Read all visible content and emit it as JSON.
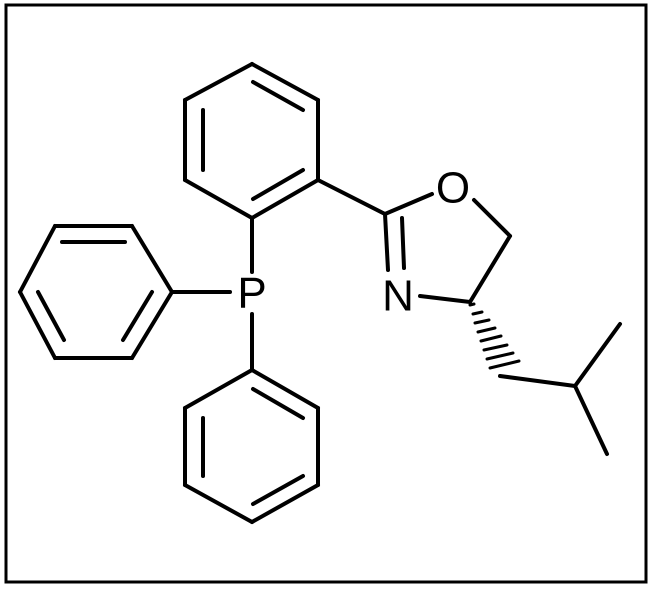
{
  "atoms": {
    "phosphorus": "P",
    "oxygen": "O",
    "nitrogen": "N"
  },
  "colors": {
    "line": "#000000",
    "background": "#ffffff"
  }
}
